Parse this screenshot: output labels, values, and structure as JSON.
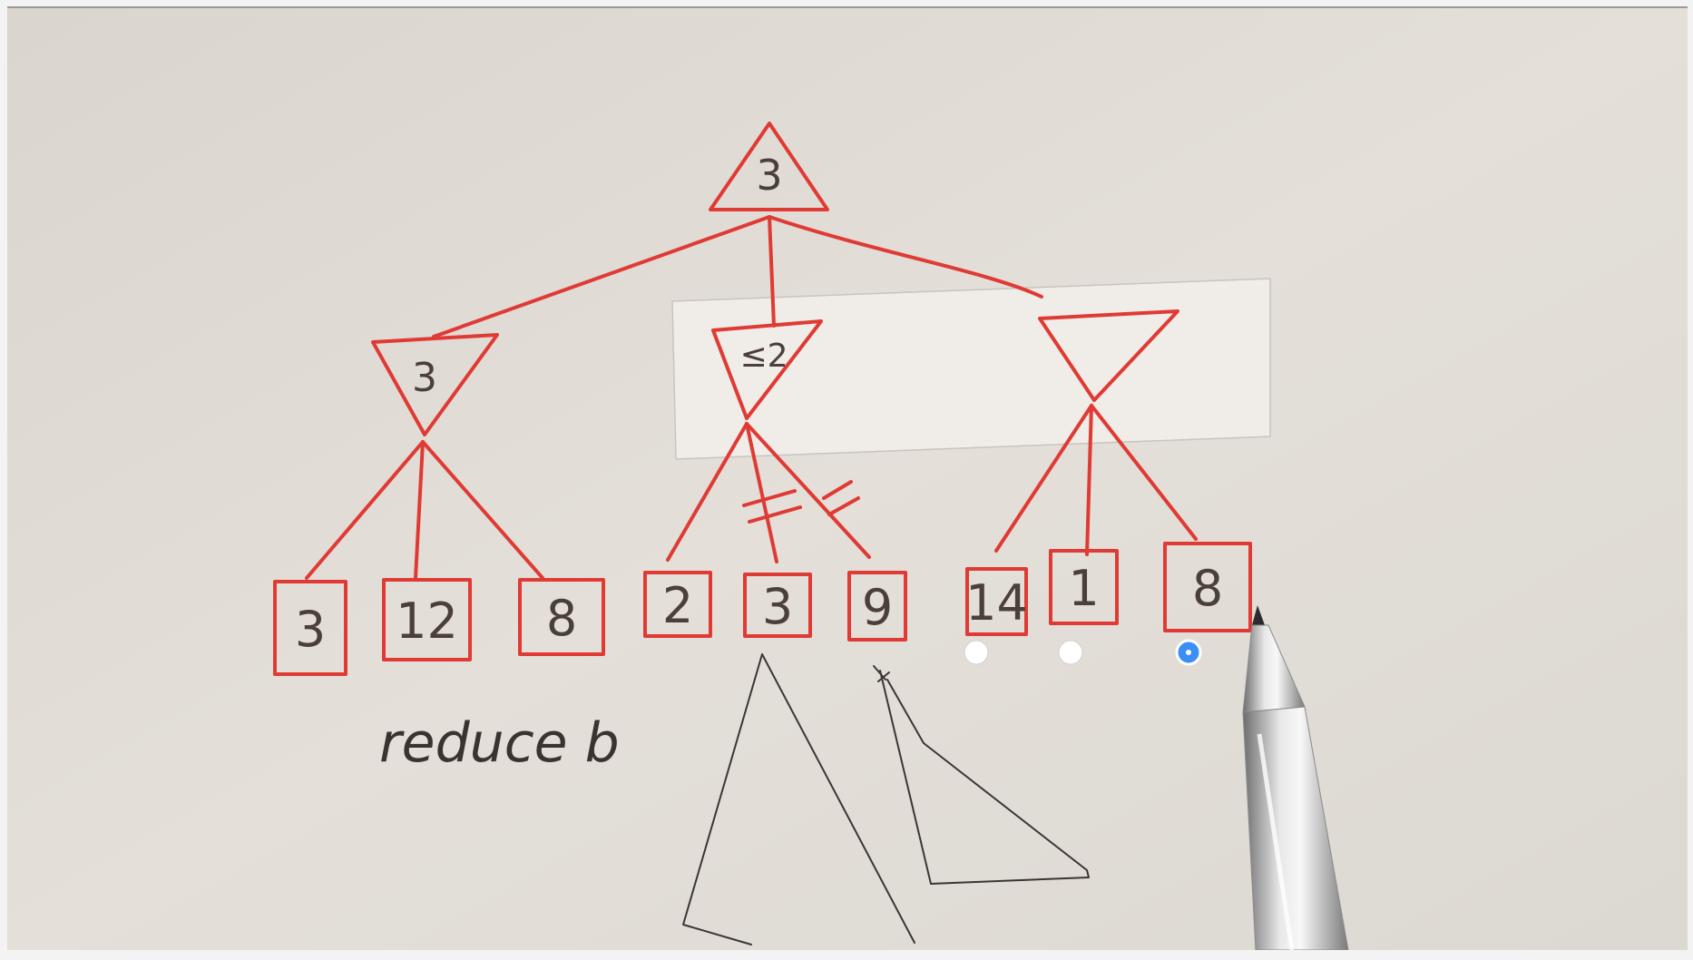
{
  "tree": {
    "root_value": "3",
    "min_nodes": [
      "3",
      "≤2",
      ""
    ],
    "leaves": [
      "3",
      "12",
      "8",
      "2",
      "3",
      "9",
      "14",
      "1",
      "8"
    ],
    "note": "reduce b"
  },
  "carousel": {
    "dot_count": 3,
    "active_index": 2
  },
  "colors": {
    "ink_red": "#e03a34",
    "ink_black": "#3b3633",
    "paper": "#e2ddd6",
    "active_dot": "#3b8ef3"
  }
}
